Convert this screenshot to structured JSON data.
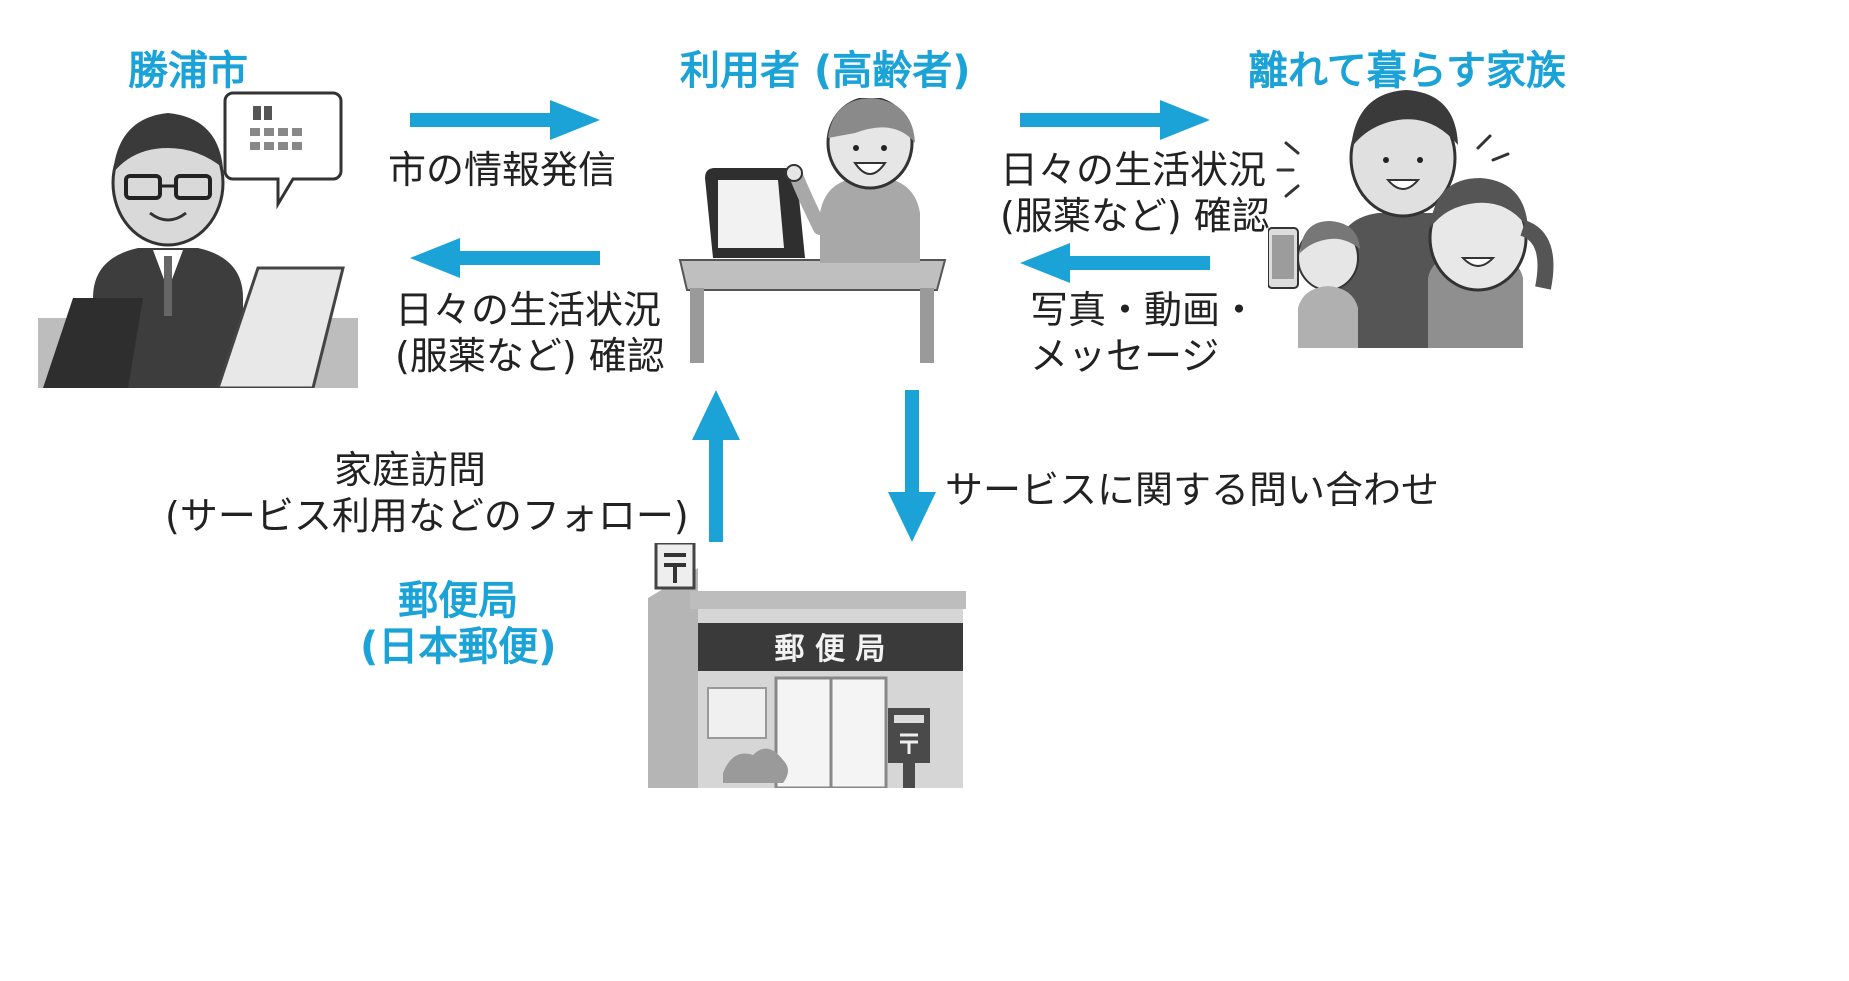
{
  "colors": {
    "accent": "#1ba3d8",
    "illustration_gray": "#8c8c8c"
  },
  "actors": {
    "city": {
      "label": "勝浦市",
      "icon": "city-official-laptop-icon"
    },
    "user": {
      "label": "利用者 (高齢者)",
      "icon": "elderly-woman-tablet-icon"
    },
    "family": {
      "label": "離れて暮らす家族",
      "icon": "family-smartphone-icon"
    },
    "post_office": {
      "label_line1": "郵便局",
      "label_line2": "(日本郵便)",
      "sign": "郵 便 局",
      "icon": "post-office-building-icon"
    }
  },
  "flows": {
    "city_to_user": {
      "label": "市の情報発信"
    },
    "user_to_city": {
      "line1": "日々の生活状況",
      "line2": "(服薬など) 確認"
    },
    "user_to_family": {
      "line1": "日々の生活状況",
      "line2": "(服薬など) 確認"
    },
    "family_to_user": {
      "line1": "写真・動画・",
      "line2": "メッセージ"
    },
    "post_to_user": {
      "line1": "家庭訪問",
      "line2": "(サービス利用などのフォロー)"
    },
    "user_to_post": {
      "label": "サービスに関する問い合わせ"
    }
  }
}
